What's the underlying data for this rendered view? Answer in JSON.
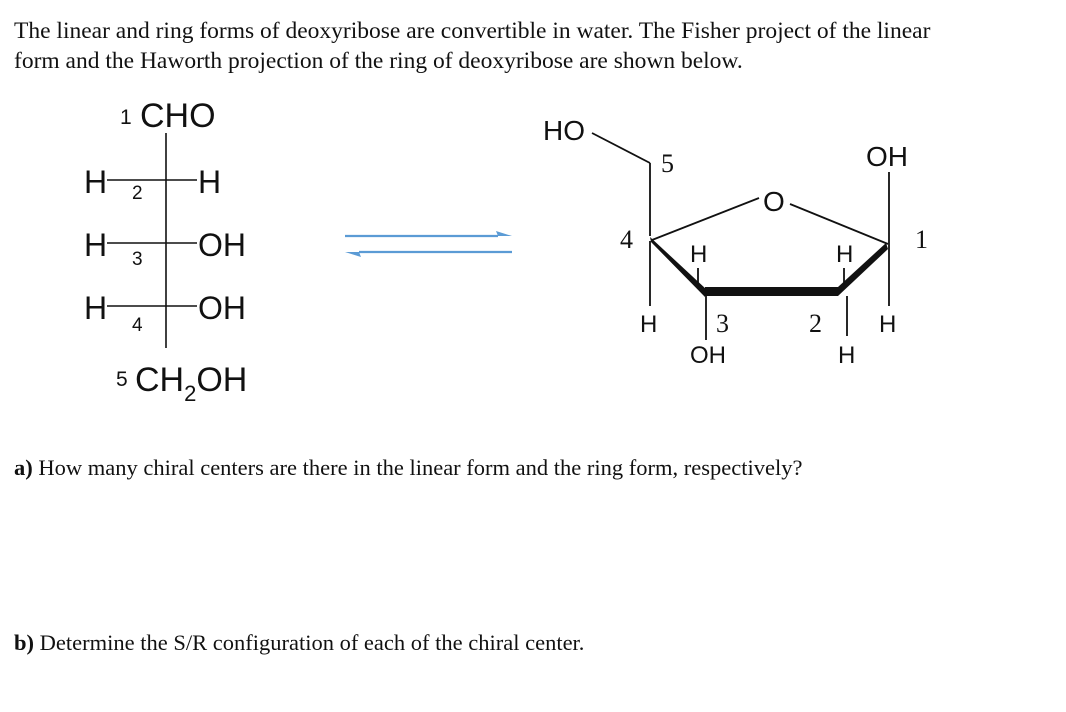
{
  "intro": {
    "line1": "The linear and ring forms of deoxyribose are convertible in water. The Fisher project of the linear",
    "line2": "form and the Haworth projection of the ring of deoxyribose are shown below."
  },
  "fischer": {
    "c1_num": "1",
    "c1_group": "CHO",
    "rows": [
      {
        "left": "H",
        "num": "2",
        "right": "H"
      },
      {
        "left": "H",
        "num": "3",
        "right": "OH"
      },
      {
        "left": "H",
        "num": "4",
        "right": "OH"
      }
    ],
    "c5_num": "5",
    "c5_group_a": "CH",
    "c5_sub": "2",
    "c5_group_b": "OH"
  },
  "haworth": {
    "ho": "HO",
    "num5": "5",
    "ring_o": "O",
    "num4": "4",
    "num1": "1",
    "num3": "3",
    "num2": "2",
    "oh_c1": "OH",
    "h_c4_up": "H",
    "h_c1_up": "H",
    "h_c4_down": "H",
    "oh_c3": "OH",
    "h_c1_down": "H",
    "h_c2_down": "H"
  },
  "equilibrium_color": "#5b9bd5",
  "questions": {
    "a_label": "a)",
    "a_text": " How many chiral centers are there in the linear form and the ring form, respectively?",
    "b_label": "b)",
    "b_text": " Determine the S/R configuration of each of the chiral center."
  }
}
